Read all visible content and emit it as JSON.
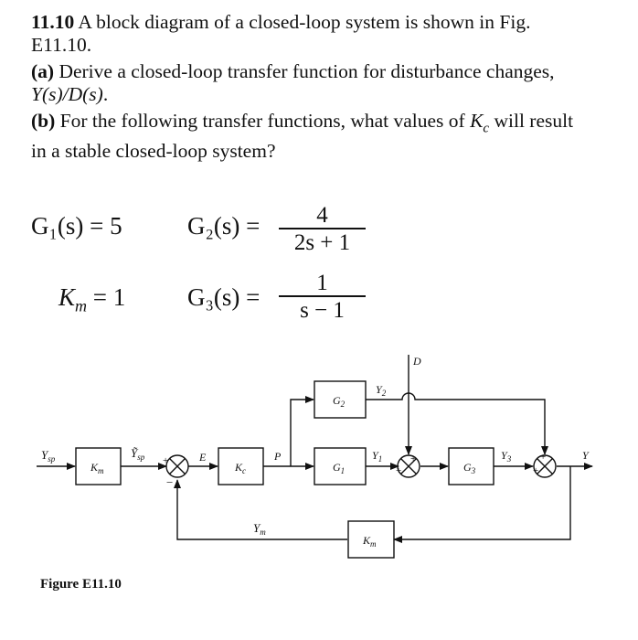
{
  "problem": {
    "number": "11.10",
    "intro": " A block diagram of a closed-loop system is shown in Fig. E11.10.",
    "part_a_label": "(a)",
    "part_a_text": " Derive a closed-loop transfer function for disturbance changes, ",
    "part_a_ratio": "Y(s)/D(s)",
    "part_a_end": ".",
    "part_b_label": "(b)",
    "part_b_text": " For the following transfer functions, what values of ",
    "part_b_var": "K",
    "part_b_sub": "c",
    "part_b_end": " will result in a stable closed-loop system?"
  },
  "equations": {
    "g1": "G₁(s) = 5",
    "g2_lhs": "G₂(s) =",
    "g2_num": "4",
    "g2_den": "2s + 1",
    "km_lhs": "K",
    "km_sub": "m",
    "km_rhs": " = 1",
    "g3_lhs": "G₃(s) =",
    "g3_num": "1",
    "g3_den": "s − 1"
  },
  "diagram": {
    "ysp": "Y",
    "ysp_sub": "sp",
    "ysp_tilde": "Ỹ",
    "ysp_tilde_sub": "sp",
    "km_block": "K",
    "km_block_sub": "m",
    "kc_block": "K",
    "kc_block_sub": "c",
    "e": "E",
    "p": "P",
    "g1_block": "G",
    "g1_block_sub": "1",
    "g2_block": "G",
    "g2_block_sub": "2",
    "g3_block": "G",
    "g3_block_sub": "3",
    "y1": "Y",
    "y1_sub": "1",
    "y2": "Y",
    "y2_sub": "2",
    "y3": "Y",
    "y3_sub": "3",
    "d": "D",
    "y": "Y",
    "ym": "Y",
    "ym_sub": "m",
    "km_fb_block": "K",
    "km_fb_block_sub": "m",
    "plus": "+",
    "minus": "−"
  },
  "caption": "Figure E11.10"
}
